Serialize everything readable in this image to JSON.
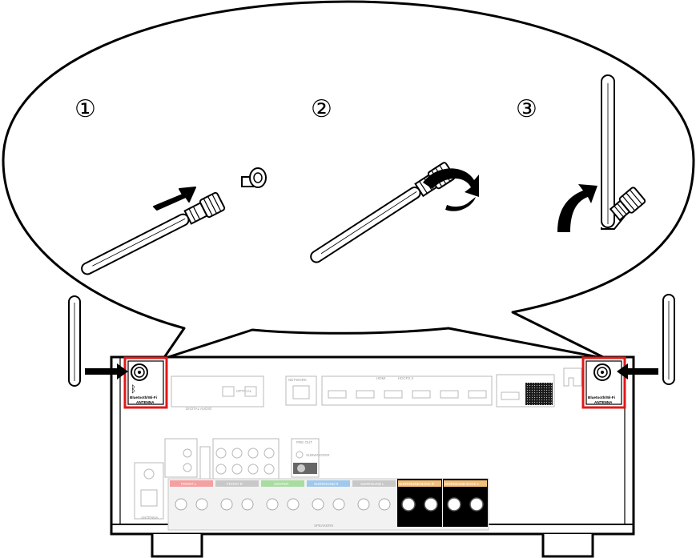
{
  "steps": [
    {
      "number": "①"
    },
    {
      "number": "②"
    },
    {
      "number": "③"
    }
  ],
  "panel": {
    "antenna_label_line1": "Bluetooth/Wi-Fi",
    "antenna_label_line2": "ANTENNA",
    "network_label": "NETWORK",
    "hdmi_label": "HDMI",
    "hdcp_label": "HDCP2.3",
    "digital_audio_label": "DIGITAL AUDIO",
    "optical_label": "OPTICAL",
    "speakers_label": "SPEAKERS",
    "antenna_bottom_label": "ANTENNA",
    "pre_out_label": "PRE OUT",
    "subwoofer_label": "SUBWOOFER",
    "speaker_groups": [
      {
        "label": "FRONT L",
        "color": "#f4a0a0"
      },
      {
        "label": "FRONT R",
        "color": "#c8c8c8"
      },
      {
        "label": "CENTER",
        "color": "#a8dca0"
      },
      {
        "label": "SURROUND R",
        "color": "#a0c8ec"
      },
      {
        "label": "SURROUND L",
        "color": "#c8c8c8"
      },
      {
        "label": "SURROUND BACK R",
        "color": "#f2bf7a"
      },
      {
        "label": "SURROUND BACK L",
        "color": "#f2bf7a"
      }
    ]
  }
}
